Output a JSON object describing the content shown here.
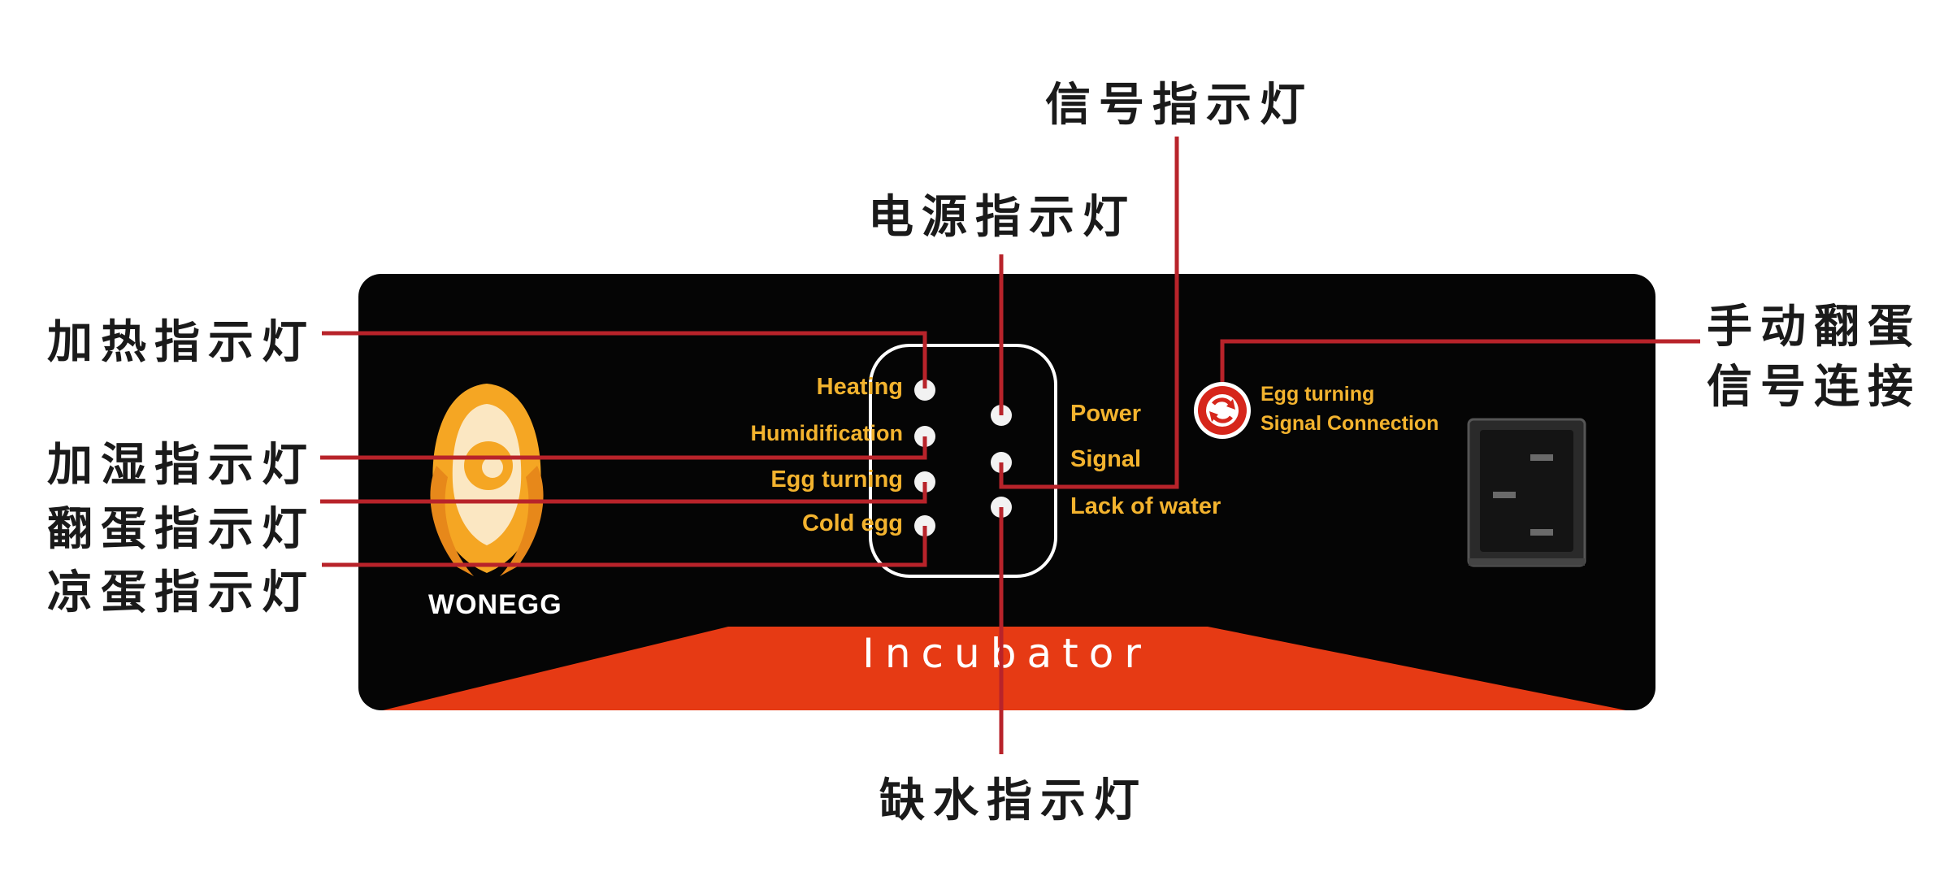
{
  "callouts": {
    "heating": "加热指示灯",
    "humidification": "加湿指示灯",
    "egg_turning": "翻蛋指示灯",
    "cold_egg": "凉蛋指示灯",
    "power": "电源指示灯",
    "signal": "信号指示灯",
    "lack_of_water": "缺水指示灯",
    "manual_turning_line1": "手动翻蛋",
    "manual_turning_line2": "信号连接"
  },
  "panel": {
    "brand": "WONEGG",
    "product": "Incubator",
    "left_leds": [
      "Heating",
      "Humidification",
      "Egg turning",
      "Cold egg"
    ],
    "right_leds": [
      "Power",
      "Signal",
      "Lack of water"
    ],
    "connector_label_line1": "Egg turning",
    "connector_label_line2": "Signal Connection",
    "icons": [
      "egg-logo-icon",
      "refresh-icon",
      "power-socket-icon"
    ]
  },
  "colors": {
    "panel_bg": "#050505",
    "label_yellow": "#f3b32e",
    "banner_orange": "#e63a14",
    "leader_red": "#b8232a"
  }
}
